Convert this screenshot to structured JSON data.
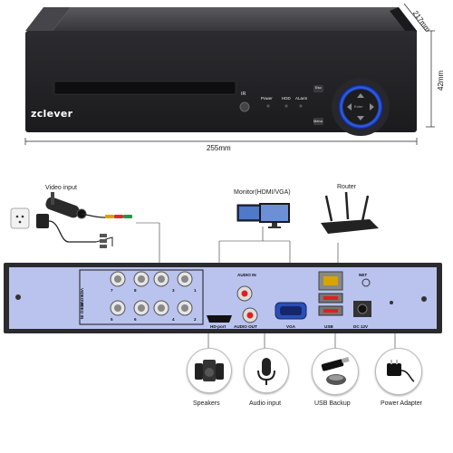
{
  "product": {
    "brand": "zclever",
    "front_labels": {
      "ir": "IR",
      "power": "Power",
      "hdd": "HDD",
      "alarm": "ALarm",
      "esc": "Esc",
      "enter": "Enter",
      "menu": "Menu"
    }
  },
  "dimensions": {
    "width": "255mm",
    "depth": "217mm",
    "height": "42mm"
  },
  "callouts": {
    "video_input": "Video input",
    "monitor": "Monitor(HDMI/VGA)",
    "router": "Router",
    "speakers": "Speakers",
    "audio_input": "Audio input",
    "usb_backup": "USB Backup",
    "power_adapter": "Power Adapter"
  },
  "rear_panel": {
    "video_in_left": "VIDEO IN",
    "video_in_right": "VIDEO IN",
    "bnc_numbers": [
      "7",
      "8",
      "5",
      "6",
      "3",
      "1",
      "4",
      "2"
    ],
    "audio_in": "AUDIO IN",
    "audio_out": "AUDIO OUT",
    "hd_port": "HD-port",
    "vga": "VGA",
    "net": "NET",
    "usb": "USB",
    "dc": "DC 12V"
  },
  "colors": {
    "panel_blue": "#b9c3ee",
    "chassis": "#2b2b2e",
    "front_ring": "#2f63ff",
    "callout_line": "#c8102e"
  }
}
